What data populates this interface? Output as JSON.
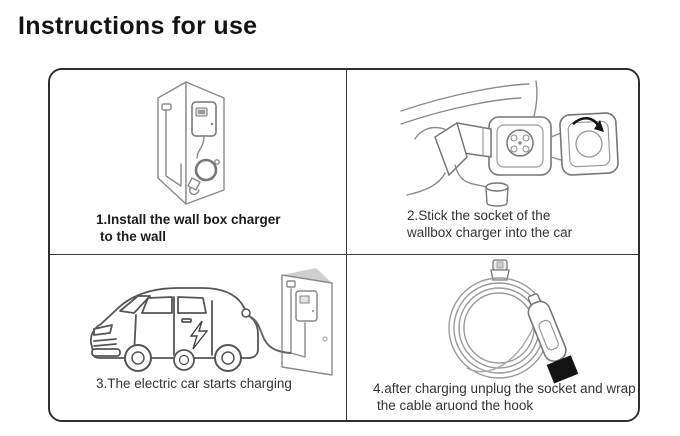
{
  "page": {
    "title": "Instructions for use"
  },
  "colors": {
    "title_text": "#141414",
    "caption_text": "#333333",
    "sheet_border": "#2f2f2f",
    "divider": "#3a3a3a",
    "line_art_gray": "#8a8a8a",
    "line_art_dark": "#555555",
    "wall_shade": "#cccccc",
    "plug_tip_black": "#141414"
  },
  "panels": [
    {
      "step": 1,
      "caption_line1": "1.Install the wall box charger",
      "caption_line2": "to the wall",
      "caption_bold": true,
      "illustration": "wallbox-mounted-on-wall"
    },
    {
      "step": 2,
      "caption_line1": "2.Stick the socket of the",
      "caption_line2": "wallbox charger into the car",
      "caption_bold": false,
      "illustration": "plug-inserted-into-car-port"
    },
    {
      "step": 3,
      "caption_line1": "3.The electric car starts charging",
      "caption_line2": "",
      "caption_bold": false,
      "illustration": "car-charging-from-wallbox"
    },
    {
      "step": 4,
      "caption_line1": "4.after charging unplug the socket and wrap",
      "caption_line2": "the cable aruond the hook",
      "caption_bold": false,
      "illustration": "cable-wrapped-on-hook"
    }
  ]
}
